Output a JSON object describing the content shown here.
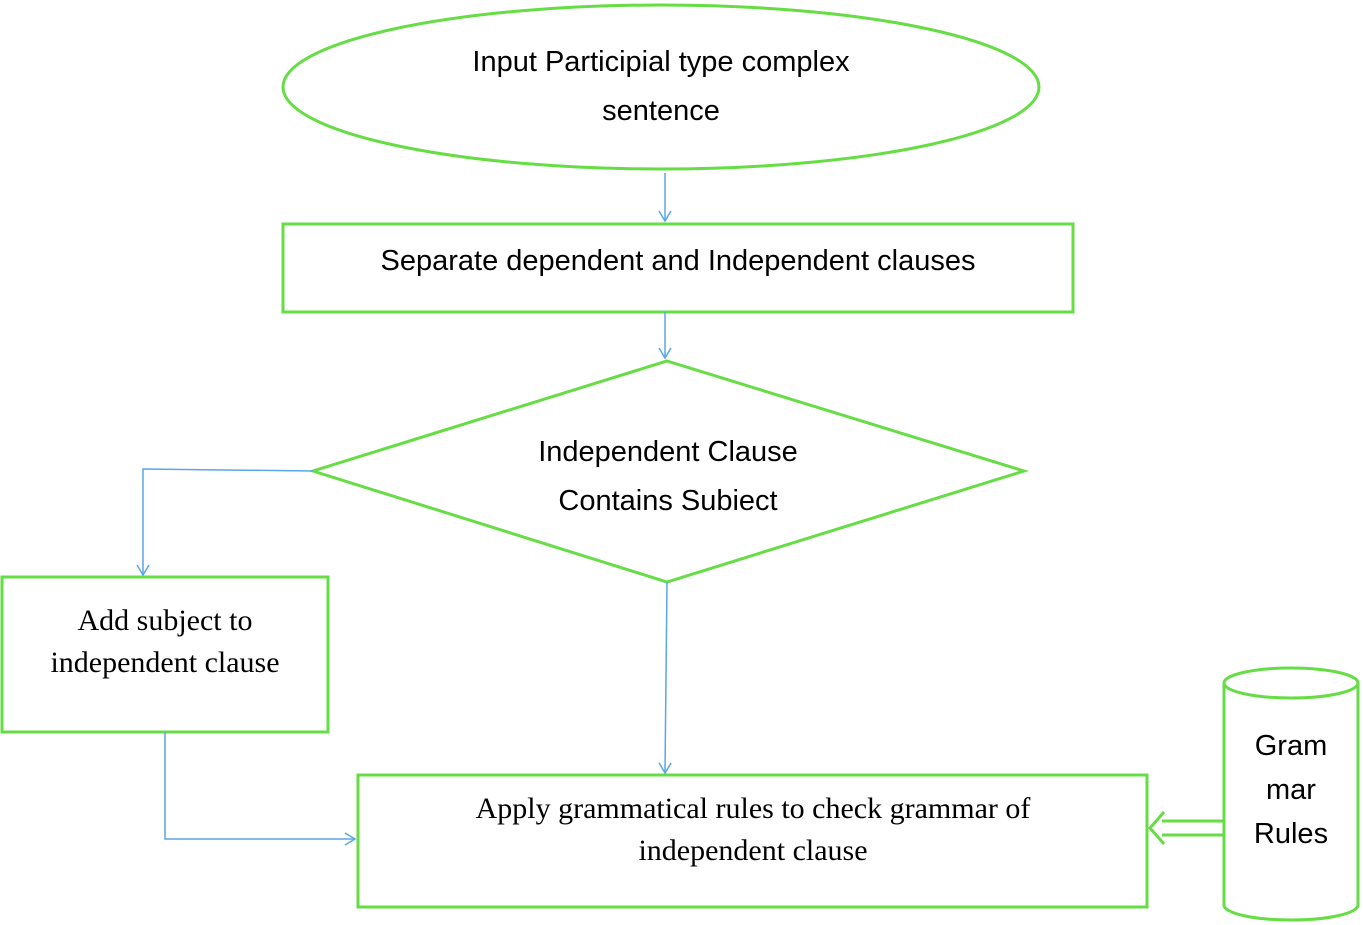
{
  "colors": {
    "node_border": "#66dd44",
    "arrow": "#5aa6e6",
    "text": "#000000",
    "background": "#ffffff"
  },
  "nodes": {
    "input": {
      "shape": "ellipse",
      "lines": [
        "Input Participial type complex",
        "sentence"
      ]
    },
    "separate": {
      "shape": "rectangle",
      "lines": [
        "Separate dependent and Independent clauses"
      ]
    },
    "decision": {
      "shape": "diamond",
      "lines": [
        "Independent Clause",
        "Contains Subiect"
      ]
    },
    "add_subject": {
      "shape": "rectangle",
      "lines": [
        "Add subject to",
        "independent clause"
      ]
    },
    "apply_rules": {
      "shape": "rectangle",
      "lines": [
        "Apply grammatical rules to check grammar of",
        "independent clause"
      ]
    },
    "grammar_db": {
      "shape": "cylinder",
      "lines": [
        "Gram",
        "mar",
        "Rules"
      ]
    }
  },
  "edges": [
    {
      "from": "input",
      "to": "separate",
      "style": "thin-arrow"
    },
    {
      "from": "separate",
      "to": "decision",
      "style": "thin-arrow"
    },
    {
      "from": "decision",
      "to": "add_subject",
      "style": "thin-arrow"
    },
    {
      "from": "decision",
      "to": "apply_rules",
      "style": "thin-arrow"
    },
    {
      "from": "add_subject",
      "to": "apply_rules",
      "style": "thin-arrow"
    },
    {
      "from": "grammar_db",
      "to": "apply_rules",
      "style": "double-arrow"
    }
  ]
}
